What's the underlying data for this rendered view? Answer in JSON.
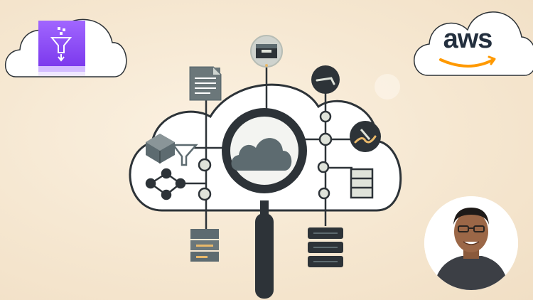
{
  "logos": {
    "aws_text": "aws",
    "aws_arrow_color": "#ff9900",
    "aws_text_color": "#232f3e",
    "glue_color": "#8c4fff"
  },
  "colors": {
    "outline": "#2d3338",
    "cloud_fill": "#ffffff",
    "slate": "#5d6b70",
    "node_fill": "#dfe3da",
    "gold": "#e8b86a",
    "background": "#f6e9d4"
  },
  "icons": [
    "glue-etl-icon",
    "aws-logo",
    "document-icon",
    "inbox-icon",
    "link-icon",
    "signature-icon",
    "magnifier-icon",
    "cube-filter-icon",
    "network-icon",
    "database-icon",
    "avatar"
  ]
}
